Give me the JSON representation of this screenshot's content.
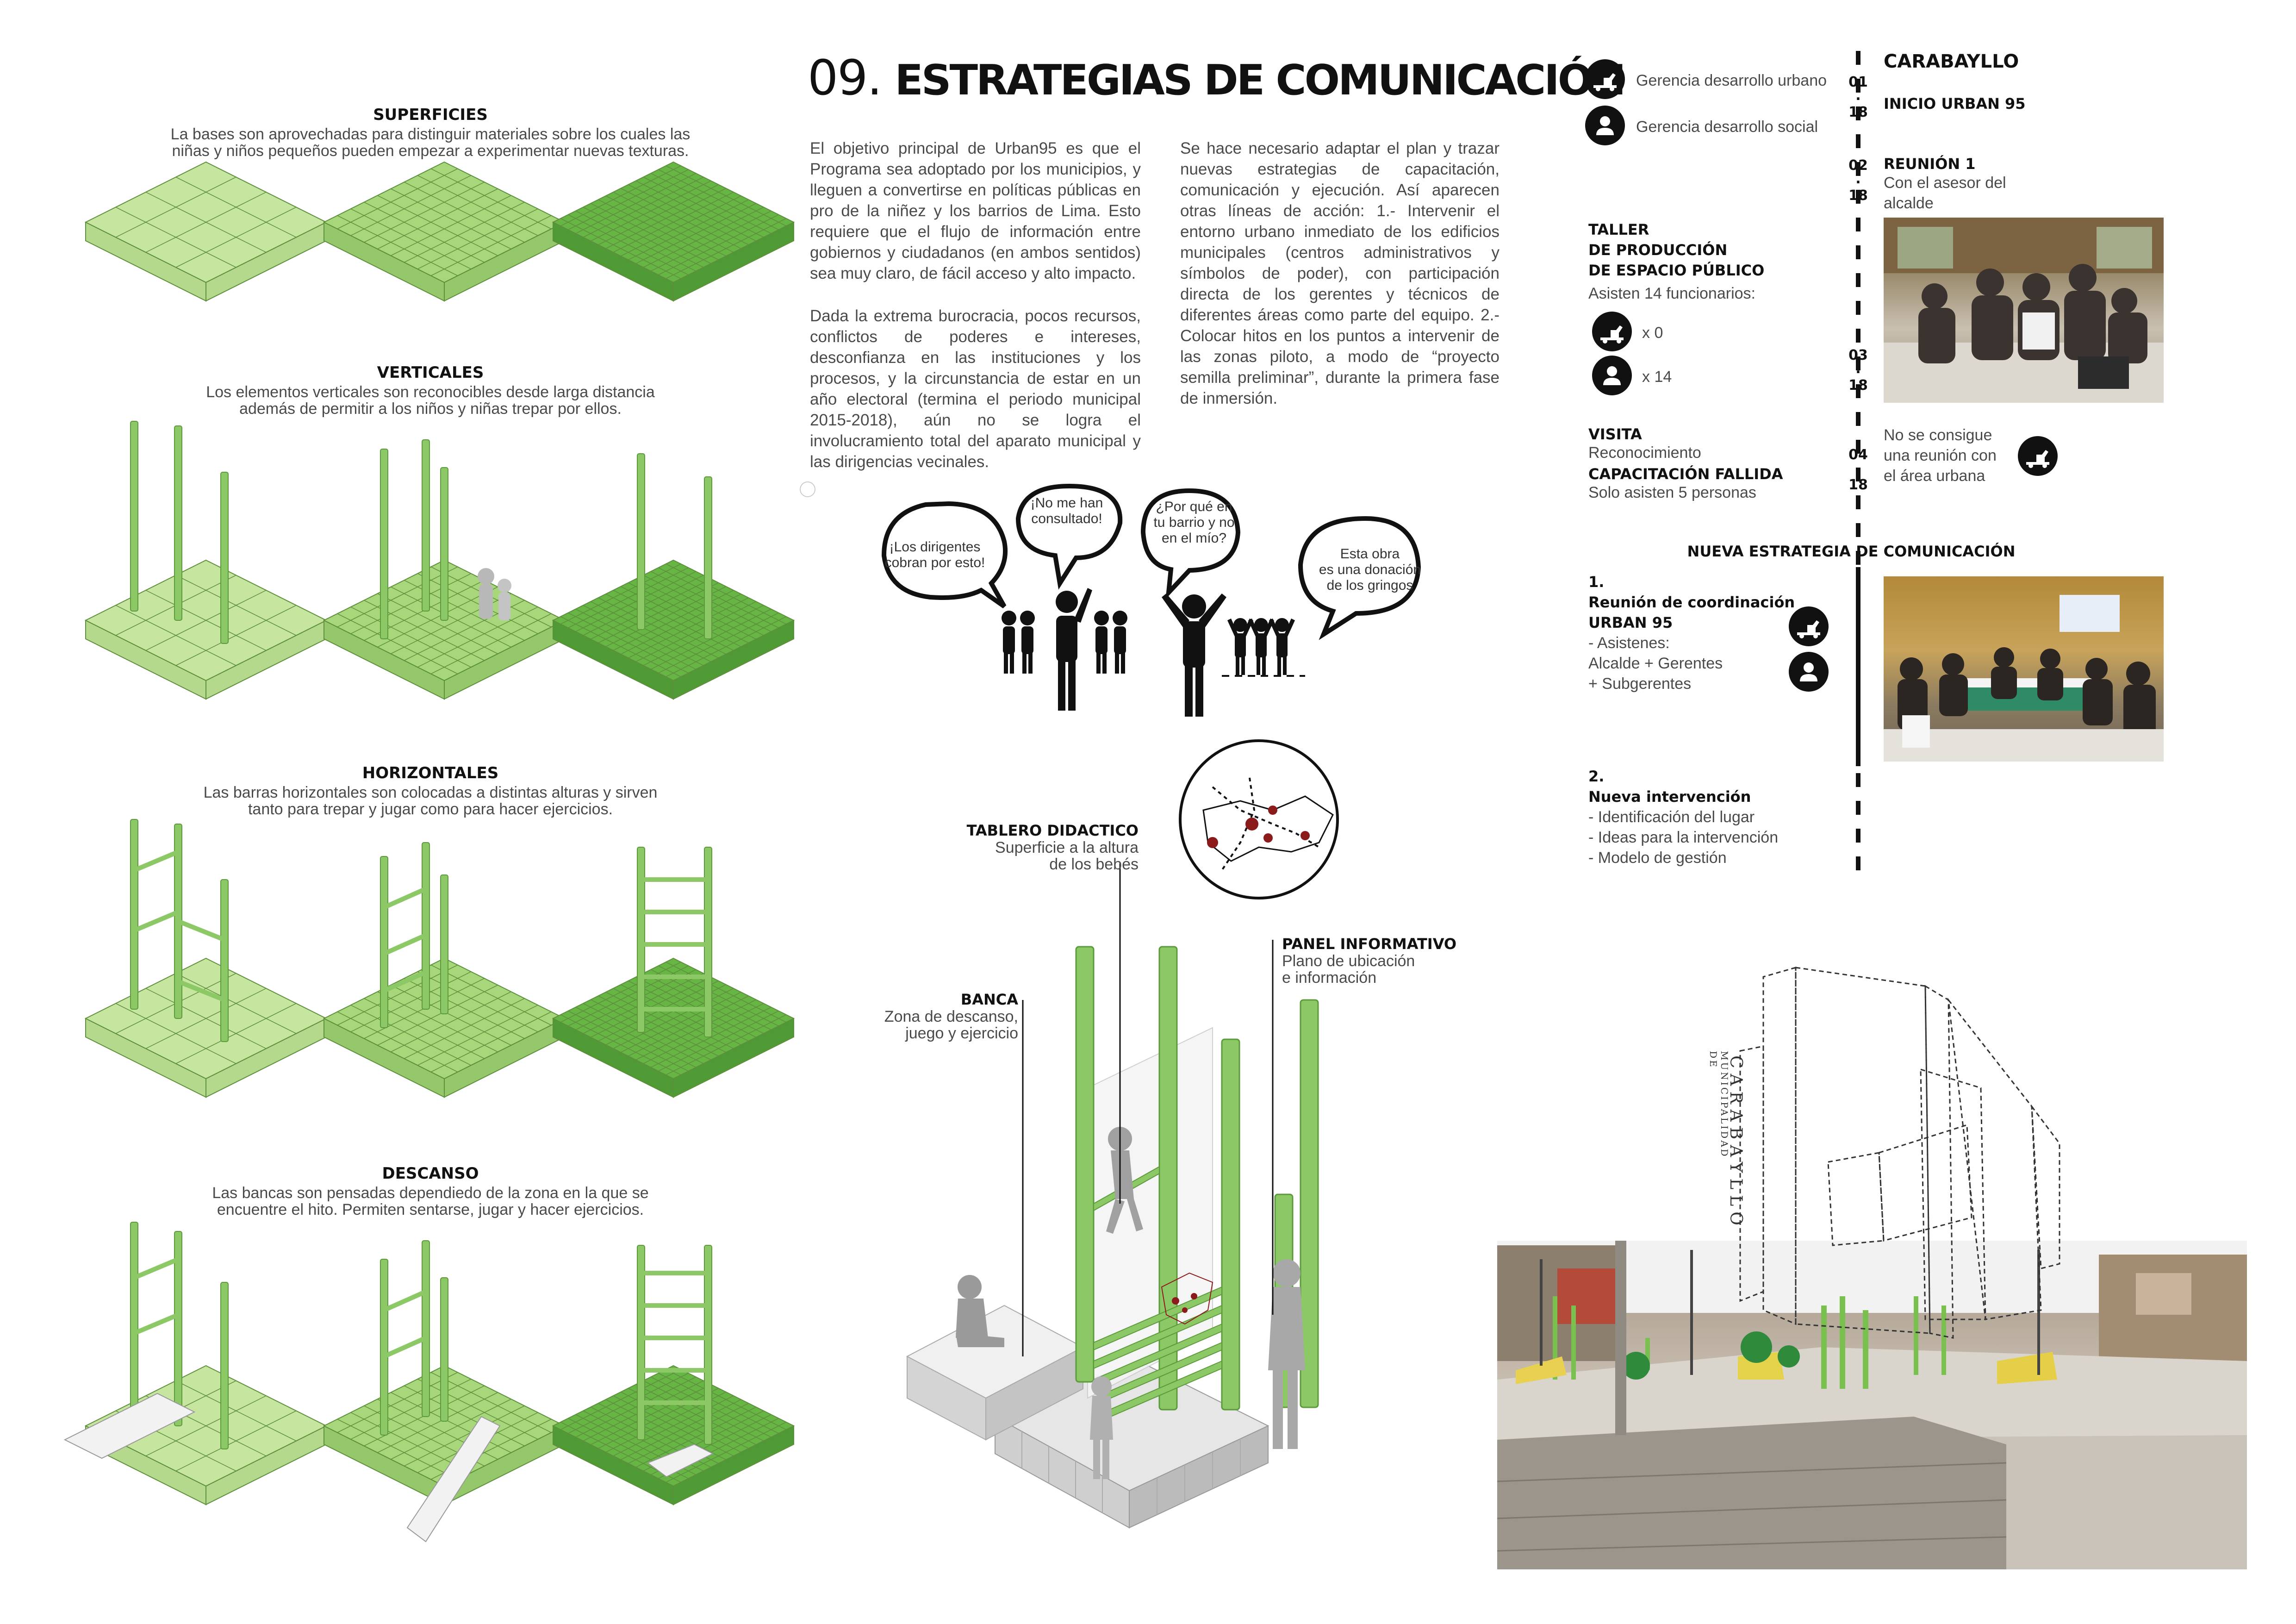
{
  "page": {
    "title_number": "09.",
    "title_text": "ESTRATEGIAS DE COMUNICACIÓN"
  },
  "left_sections": [
    {
      "heading": "SUPERFICIES",
      "text_lines": [
        "La bases son aprovechadas para distinguir materiales sobre los cuales las",
        "niñas y niños pequeños pueden empezar a experimentar nuevas texturas."
      ]
    },
    {
      "heading": "VERTICALES",
      "text_lines": [
        "Los elementos verticales son reconocibles desde larga distancia",
        "además de permitir a los niños y niñas trepar por ellos."
      ]
    },
    {
      "heading": "HORIZONTALES",
      "text_lines": [
        "Las barras horizontales son colocadas a distintas alturas y sirven",
        "tanto para trepar y jugar como para hacer ejercicios."
      ]
    },
    {
      "heading": "DESCANSO",
      "text_lines": [
        "Las bancas son pensadas dependiedo de la zona en la que se",
        "encuentre el hito. Permiten sentarse, jugar y hacer ejercicios."
      ]
    }
  ],
  "intro": {
    "col1_p1": "El objetivo principal de Urban95 es que el Programa sea adoptado por los municipios, y lleguen a convertirse en políticas públicas en pro de la niñez y los barrios de Lima. Esto requiere que el flujo de información entre gobiernos y ciudadanos (en ambos sentidos) sea muy claro, de fácil acceso y alto impacto.",
    "col1_p2": "Dada la extrema burocracia, pocos recursos, conflictos de poderes e intereses, desconfianza en las instituciones y los procesos, y la circunstancia de estar en un año electoral (termina el periodo municipal 2015-2018), aún no se logra el involucramiento total del aparato municipal y las dirigencias vecinales.",
    "col2": "Se hace necesario adaptar el plan y trazar nuevas estrategias de capacitación, comunicación y ejecución. Así aparecen otras líneas de acción: 1.- Intervenir el entorno urbano inmediato de los edificios municipales (centros administrativos y símbolos de poder), con participación directa de los gerentes y técnicos de diferentes áreas como parte del equipo. 2.- Colocar hitos en los puntos a intervenir de las zonas piloto, a modo de “proyecto semilla preliminar”, durante la primera fase de inmersión."
  },
  "bubbles": [
    {
      "lines": [
        "¡Los dirigentes",
        "cobran por esto!"
      ]
    },
    {
      "lines": [
        "¡No me han",
        "consultado!"
      ]
    },
    {
      "lines": [
        "¿Por qué en",
        "tu barrio y no",
        "en el mío?"
      ]
    },
    {
      "lines": [
        "Esta obra",
        "es una donación",
        "de los gringos"
      ]
    }
  ],
  "diagram_labels": {
    "tablero_title": "TABLERO DIDACTICO",
    "tablero_lines": [
      "Superficie a la altura",
      "de los bebés"
    ],
    "banca_title": "BANCA",
    "banca_lines": [
      "Zona de descanso,",
      "juego y ejercicio"
    ],
    "panel_title": "PANEL INFORMATIVO",
    "panel_lines": [
      "Plano de ubicación",
      "e información"
    ]
  },
  "legend": {
    "urban": "Gerencia desarrollo urbano",
    "social": "Gerencia desarrollo social"
  },
  "taller": {
    "title1": "TALLER",
    "title2": "DE PRODUCCIÓN",
    "title3": "DE ESPACIO PÚBLICO",
    "sub": "Asisten 14 funcionarios:",
    "count_urban": "x 0",
    "count_social": "x 14"
  },
  "visita": {
    "title": "VISITA",
    "sub": "Reconocimiento",
    "title2": "CAPACITACIÓN FALLIDA",
    "sub2": "Solo asisten 5 personas"
  },
  "timeline": {
    "place": "CARABAYLLO",
    "inicio": "INICIO URBAN 95",
    "reunion_title": "REUNIÓN 1",
    "reunion_lines": [
      "Con el asesor del",
      "alcalde"
    ],
    "no_reunion_lines": [
      "No se consigue",
      "una reunión con",
      "el área urbana"
    ],
    "dates": [
      {
        "m": "01",
        "dot": ".",
        "y": "18"
      },
      {
        "m": "02",
        "dot": ".",
        "y": "18"
      },
      {
        "m": "03",
        "dot": ".",
        "y": "18"
      },
      {
        "m": "04",
        "dot": ".",
        "y": "18"
      }
    ]
  },
  "nueva": {
    "heading": "NUEVA ESTRATEGIA DE COMUNICACIÓN",
    "s1_num": "1.",
    "s1_title1": "Reunión de coordinación",
    "s1_title2": "URBAN 95",
    "s1_lines": [
      "- Asistenes:",
      "Alcalde + Gerentes",
      "+ Subgerentes"
    ],
    "s2_num": "2.",
    "s2_title": "Nueva intervención",
    "s2_lines": [
      "- Identificación del lugar",
      "- Ideas para la intervención",
      "- Modelo de gestión"
    ]
  },
  "building_sign": {
    "municipalidad": "MUNICIPALIDAD DE",
    "carabayllo": "CARABAYLLO"
  },
  "colors": {
    "green_light": "#c6e6a0",
    "green_mid": "#a8d67a",
    "green_dark": "#66b545",
    "pole": "#8cc866",
    "accent_red": "#8b1a1a"
  }
}
